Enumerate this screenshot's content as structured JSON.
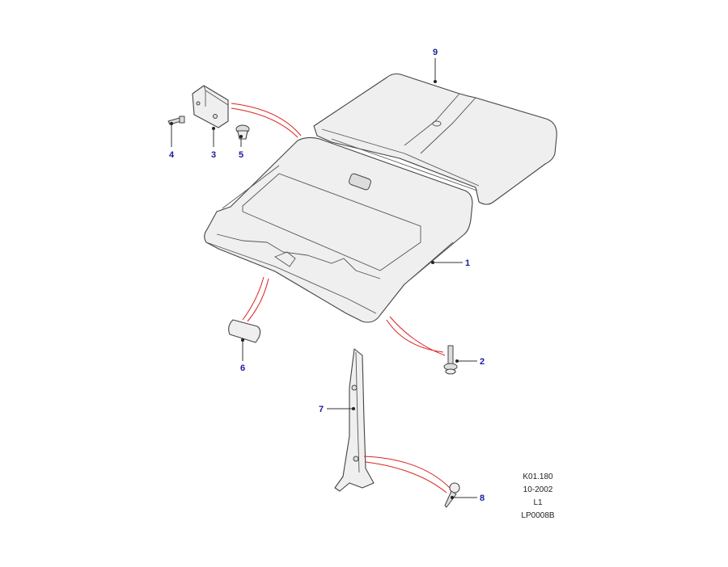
{
  "callouts": {
    "c1": "1",
    "c2": "2",
    "c3": "3",
    "c4": "4",
    "c5": "5",
    "c6": "6",
    "c7": "7",
    "c8": "8",
    "c9": "9"
  },
  "reference": {
    "code": "K01.180",
    "date": "10-2002",
    "level": "L1",
    "plate": "LP0008B"
  },
  "colors": {
    "callout_text": "#1a1aa0",
    "connector_lines": "#d22222"
  }
}
